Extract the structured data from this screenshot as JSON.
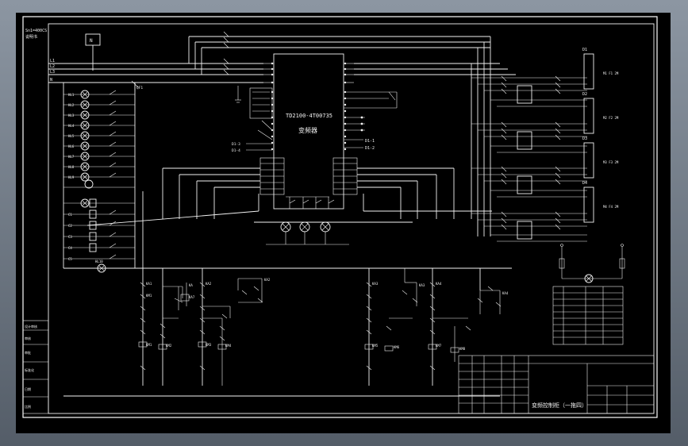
{
  "drawing": {
    "device_model": "TD2100-4T00735",
    "device_name": "变频器",
    "drawing_title": "变频控制柜（一拖四）",
    "top_left_note": [
      "Sn1=400CS",
      "说明书"
    ],
    "voltage_box": "N",
    "outputs": [
      "D1-1",
      "D1-2"
    ],
    "motor_groups": [
      {
        "label": "D1",
        "note": "M1 F1 2M"
      },
      {
        "label": "D2",
        "note": "M2 F2 2M"
      },
      {
        "label": "D3",
        "note": "M3 F3 2M"
      },
      {
        "label": "D4",
        "note": "M4 F4 2M"
      }
    ],
    "left_notes": [
      "设计审核",
      "审核",
      "审批",
      "标准化",
      "日期",
      "比例"
    ]
  },
  "colors": {
    "background": "#000000",
    "line": "#f2f2f2",
    "window_gradient_top": "#8c96a2",
    "window_gradient_bottom": "#545d68"
  }
}
